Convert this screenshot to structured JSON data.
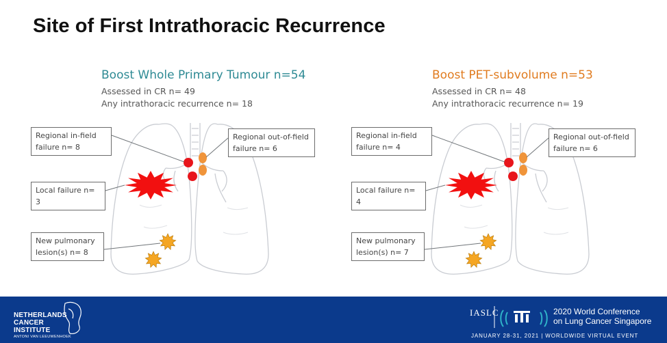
{
  "slide": {
    "title": "Site of First Intrathoracic Recurrence"
  },
  "panels": [
    {
      "heading": "Boost Whole Primary Tumour n=54",
      "assessed": "Assessed in CR n= 49",
      "any_recurrence": "Any intrathoracic recurrence n= 18",
      "accent_color": "#2E8A94",
      "callouts": {
        "regional_in_field": [
          "Regional in-field",
          "failure n= 8"
        ],
        "regional_out_field": [
          "Regional out-of-field",
          "failure n= 6"
        ],
        "local": [
          "Local failure n= 3"
        ],
        "new_pulmonary": [
          "New pulmonary",
          "lesion(s) n= 8"
        ]
      }
    },
    {
      "heading": "Boost PET-subvolume n=53",
      "assessed": "Assessed in CR n= 48",
      "any_recurrence": "Any intrathoracic recurrence n= 19",
      "accent_color": "#E07B1F",
      "callouts": {
        "regional_in_field": [
          "Regional in-field",
          "failure n= 4"
        ],
        "regional_out_field": [
          "Regional out-of-field",
          "failure n= 6"
        ],
        "local": [
          "Local failure n= 4"
        ],
        "new_pulmonary": [
          "New pulmonary",
          "lesion(s) n= 7"
        ]
      }
    }
  ],
  "markers": {
    "regional_in_field_color": "#E8151B",
    "regional_out_field_color": "#F0943A",
    "local_failure_color": "#F21010",
    "pulmonary_lesion_color": "#F5A623"
  },
  "footer": {
    "background": "#0B3A8C",
    "institute": [
      "NETHERLANDS",
      "CANCER",
      "INSTITUTE"
    ],
    "institute_sub": "ANTONI VAN LEEUWENHOEK",
    "society": "IASLC",
    "conference": [
      "2020 World Conference",
      "on Lung Cancer Singapore"
    ],
    "dates": "JANUARY 28-31, 2021 | WORLDWIDE VIRTUAL EVENT"
  }
}
